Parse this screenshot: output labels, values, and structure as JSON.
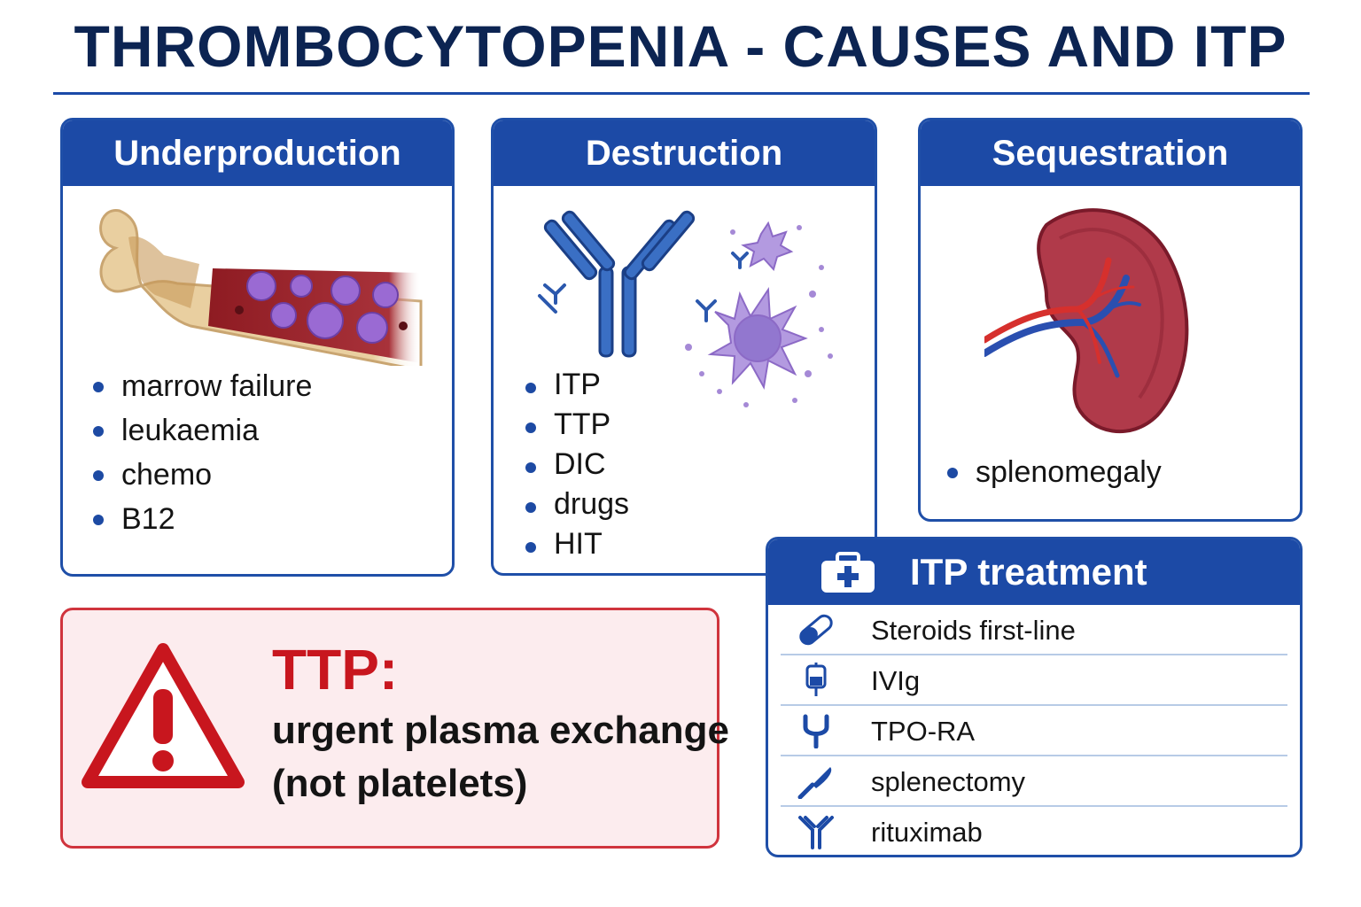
{
  "title": "THROMBOCYTOPENIA - CAUSES AND ITP",
  "colors": {
    "brand_blue": "#1c4aa6",
    "title_navy": "#0c2452",
    "warning_red": "#c8161e",
    "warning_bg": "#fcecee"
  },
  "cards": {
    "underproduction": {
      "heading": "Underproduction",
      "illustration": "bone-marrow-icon",
      "items": [
        "marrow failure",
        "leukaemia",
        "chemo",
        "B12"
      ]
    },
    "destruction": {
      "heading": "Destruction",
      "illustration": "antibody-attacking-platelet-icon",
      "items": [
        "ITP",
        "TTP",
        "DIC",
        "drugs",
        "HIT"
      ]
    },
    "sequestration": {
      "heading": "Sequestration",
      "illustration": "spleen-icon",
      "items": [
        "splenomegaly"
      ]
    }
  },
  "warning": {
    "icon": "warning-triangle-icon",
    "title": "TTP:",
    "line1": "urgent plasma exchange",
    "line2": "(not platelets)"
  },
  "treatment": {
    "heading": "ITP treatment",
    "heading_icon": "first-aid-kit-icon",
    "rows": [
      {
        "icon": "pill-icon",
        "label": "Steroids first-line"
      },
      {
        "icon": "iv-bag-icon",
        "label": "IVIg"
      },
      {
        "icon": "receptor-icon",
        "label": "TPO-RA"
      },
      {
        "icon": "scalpel-icon",
        "label": "splenectomy"
      },
      {
        "icon": "antibody-icon",
        "label": "rituximab"
      }
    ]
  }
}
